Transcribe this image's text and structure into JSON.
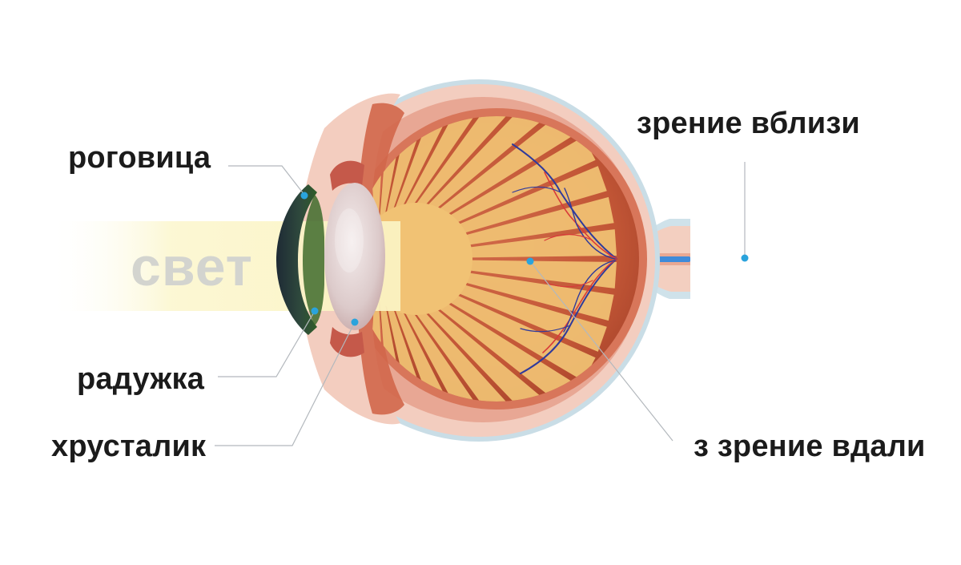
{
  "labels": {
    "cornea": "роговица",
    "iris": "радужка",
    "lens": "хрусталик",
    "near_vision": "зрение вблизи",
    "far_vision": "з зрение вдали",
    "light": "свет"
  },
  "colors": {
    "pointer_dot": "#2aa3dc",
    "leader_line": "#b3b8bd",
    "sclera_outer": "#c9dde6",
    "sclera_inner": "#f4cfc1",
    "choroid": "#e7a693",
    "retina_body": "#c85a3a",
    "rays": "#f1c274",
    "optic_nerve": "#3f8bd9",
    "light_beam": "#fbf6cc"
  },
  "icons": {
    "markers": "pointer-dot"
  }
}
